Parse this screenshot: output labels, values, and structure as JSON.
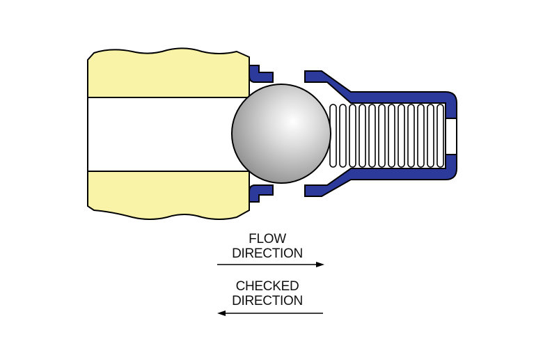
{
  "colors": {
    "housing_fill": "#f9f3a7",
    "seat_blue": "#2b3a9b",
    "outline": "#000000",
    "ball_highlight": "#ffffff",
    "ball_shadow": "#8c8c8c",
    "background": "#ffffff"
  },
  "labels": {
    "flow_line1": "FLOW",
    "flow_line2": "DIRECTION",
    "checked_line1": "CHECKED",
    "checked_line2": "DIRECTION"
  },
  "parts": {
    "housing": "inlet-housing",
    "ball": "check-ball",
    "spring": "compression-spring",
    "cage": "spring-cage"
  }
}
